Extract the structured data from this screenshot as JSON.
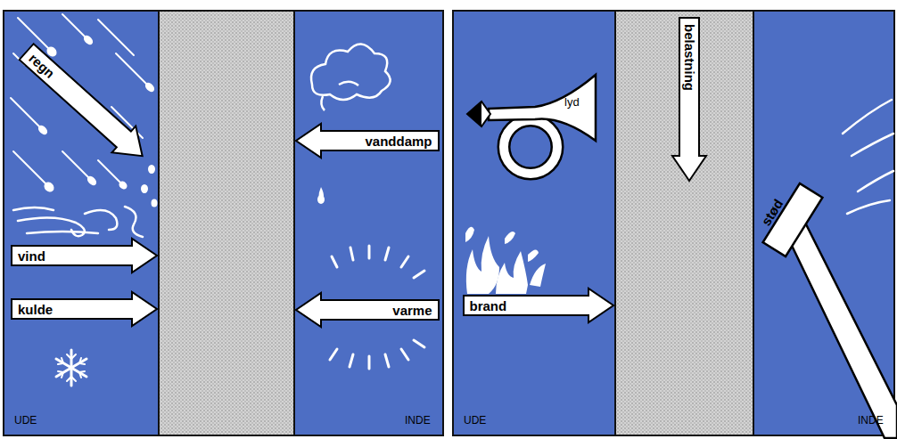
{
  "diagram": {
    "nodes": [
      {
        "text": [
          "regn"
        ]
      },
      {
        "text": [
          "vanddamp"
        ]
      },
      {
        "text": [
          "vind"
        ]
      },
      {
        "text": [
          "kulde"
        ]
      },
      {
        "text": [
          "varme"
        ]
      },
      {
        "text": [
          "belastning"
        ]
      },
      {
        "text": [
          "brand"
        ]
      }
    ],
    "labels": [
      "UDE",
      "INDE",
      "lyd",
      "stød",
      "UDE",
      "INDE"
    ]
  }
}
